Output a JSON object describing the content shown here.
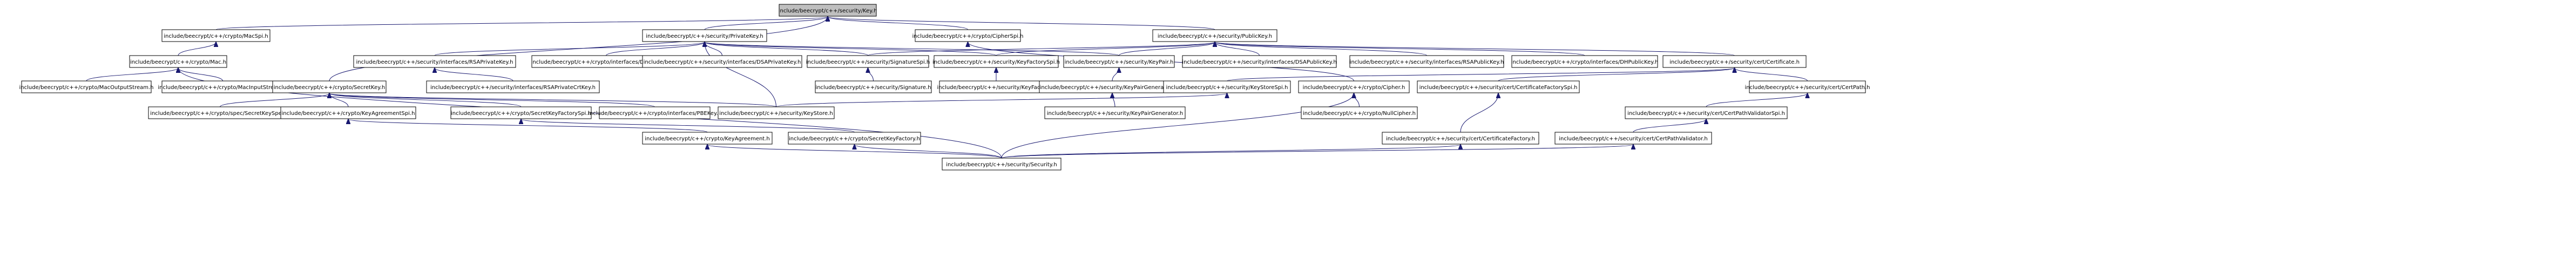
{
  "diagram": {
    "nodes": [
      {
        "id": "securitykey",
        "label": "include/beecrypt/c++/security/Key.h",
        "root": true
      },
      {
        "id": "macspi",
        "label": "include/beecrypt/c++/crypto/MacSpi.h"
      },
      {
        "id": "privatekey",
        "label": "include/beecrypt/c++/security/PrivateKey.h"
      },
      {
        "id": "cipherspi",
        "label": "include/beecrypt/c++/crypto/CipherSpi.h"
      },
      {
        "id": "publickey",
        "label": "include/beecrypt/c++/security/PublicKey.h"
      },
      {
        "id": "mac",
        "label": "include/beecrypt/c++/crypto/Mac.h"
      },
      {
        "id": "rsaprivatekey",
        "label": "include/beecrypt/c++/security/interfaces/RSAPrivateKey.h"
      },
      {
        "id": "dhprivatekey",
        "label": "include/beecrypt/c++/crypto/interfaces/DHPrivateKey.h"
      },
      {
        "id": "dsaprivatekey",
        "label": "include/beecrypt/c++/security/interfaces/DSAPrivateKey.h"
      },
      {
        "id": "signaturespi",
        "label": "include/beecrypt/c++/security/SignatureSpi.h"
      },
      {
        "id": "keyfactoryspi",
        "label": "include/beecrypt/c++/security/KeyFactorySpi.h"
      },
      {
        "id": "keypair",
        "label": "include/beecrypt/c++/security/KeyPair.h"
      },
      {
        "id": "dsapublickey",
        "label": "include/beecrypt/c++/security/interfaces/DSAPublicKey.h"
      },
      {
        "id": "rsapublickey",
        "label": "include/beecrypt/c++/security/interfaces/RSAPublicKey.h"
      },
      {
        "id": "dhpublickey",
        "label": "include/beecrypt/c++/crypto/interfaces/DHPublicKey.h"
      },
      {
        "id": "certificate",
        "label": "include/beecrypt/c++/security/cert/Certificate.h"
      },
      {
        "id": "macoutputstream",
        "label": "include/beecrypt/c++/crypto/MacOutputStream.h"
      },
      {
        "id": "macinputstream",
        "label": "include/beecrypt/c++/crypto/MacInputStream.h"
      },
      {
        "id": "secretkey",
        "label": "include/beecrypt/c++/crypto/SecretKey.h"
      },
      {
        "id": "rsaprivatecrtkey",
        "label": "include/beecrypt/c++/security/interfaces/RSAPrivateCrtKey.h"
      },
      {
        "id": "signature",
        "label": "include/beecrypt/c++/security/Signature.h"
      },
      {
        "id": "keyfactory",
        "label": "include/beecrypt/c++/security/KeyFactory.h"
      },
      {
        "id": "keypairgeneratorspi",
        "label": "include/beecrypt/c++/security/KeyPairGeneratorSpi.h"
      },
      {
        "id": "keystorespi",
        "label": "include/beecrypt/c++/security/KeyStoreSpi.h"
      },
      {
        "id": "cipher",
        "label": "include/beecrypt/c++/crypto/Cipher.h"
      },
      {
        "id": "certificatefactoryspi",
        "label": "include/beecrypt/c++/security/cert/CertificateFactorySpi.h"
      },
      {
        "id": "certpath",
        "label": "include/beecrypt/c++/security/cert/CertPath.h"
      },
      {
        "id": "secretkeyspec",
        "label": "include/beecrypt/c++/crypto/spec/SecretKeySpec.h"
      },
      {
        "id": "keyagreementspi",
        "label": "include/beecrypt/c++/crypto/KeyAgreementSpi.h"
      },
      {
        "id": "secretkeyfactoryspi",
        "label": "include/beecrypt/c++/crypto/SecretKeyFactorySpi.h"
      },
      {
        "id": "pbekey",
        "label": "include/beecrypt/c++/crypto/interfaces/PBEKey.h"
      },
      {
        "id": "keystore",
        "label": "include/beecrypt/c++/security/KeyStore.h"
      },
      {
        "id": "keypairgenerator",
        "label": "include/beecrypt/c++/security/KeyPairGenerator.h"
      },
      {
        "id": "nullcipher",
        "label": "include/beecrypt/c++/crypto/NullCipher.h"
      },
      {
        "id": "certpathvalidatorspi",
        "label": "include/beecrypt/c++/security/cert/CertPathValidatorSpi.h"
      },
      {
        "id": "keyagreement",
        "label": "include/beecrypt/c++/crypto/KeyAgreement.h"
      },
      {
        "id": "secretkeyfactory",
        "label": "include/beecrypt/c++/crypto/SecretKeyFactory.h"
      },
      {
        "id": "certificatefactory",
        "label": "include/beecrypt/c++/security/cert/CertificateFactory.h"
      },
      {
        "id": "certpathvalidator",
        "label": "include/beecrypt/c++/security/cert/CertPathValidator.h"
      },
      {
        "id": "security",
        "label": "include/beecrypt/c++/security/Security.h"
      }
    ],
    "edges": [
      [
        "macspi",
        "securitykey"
      ],
      [
        "privatekey",
        "securitykey"
      ],
      [
        "cipherspi",
        "securitykey"
      ],
      [
        "publickey",
        "securitykey"
      ],
      [
        "secretkey",
        "securitykey"
      ],
      [
        "mac",
        "macspi"
      ],
      [
        "macoutputstream",
        "mac"
      ],
      [
        "macinputstream",
        "mac"
      ],
      [
        "security",
        "mac"
      ],
      [
        "rsaprivatekey",
        "privatekey"
      ],
      [
        "dhprivatekey",
        "privatekey"
      ],
      [
        "dsaprivatekey",
        "privatekey"
      ],
      [
        "signaturespi",
        "privatekey"
      ],
      [
        "keyfactoryspi",
        "privatekey"
      ],
      [
        "keypair",
        "privatekey"
      ],
      [
        "keystore",
        "privatekey"
      ],
      [
        "rsaprivatecrtkey",
        "rsaprivatekey"
      ],
      [
        "signature",
        "signaturespi"
      ],
      [
        "keyfactory",
        "keyfactoryspi"
      ],
      [
        "keypairgeneratorspi",
        "keypair"
      ],
      [
        "keypairgenerator",
        "keypairgeneratorspi"
      ],
      [
        "cipher",
        "cipherspi"
      ],
      [
        "nullcipher",
        "cipher"
      ],
      [
        "security",
        "cipher"
      ],
      [
        "dsapublickey",
        "publickey"
      ],
      [
        "rsapublickey",
        "publickey"
      ],
      [
        "dhpublickey",
        "publickey"
      ],
      [
        "certificate",
        "publickey"
      ],
      [
        "signaturespi",
        "publickey"
      ],
      [
        "keyfactoryspi",
        "publickey"
      ],
      [
        "keypair",
        "publickey"
      ],
      [
        "keystorespi",
        "certificate"
      ],
      [
        "certificatefactoryspi",
        "certificate"
      ],
      [
        "certpath",
        "certificate"
      ],
      [
        "keystore",
        "keystorespi"
      ],
      [
        "certificatefactory",
        "certificatefactoryspi"
      ],
      [
        "certpathvalidatorspi",
        "certpath"
      ],
      [
        "certpathvalidator",
        "certpathvalidatorspi"
      ],
      [
        "security",
        "certificatefactory"
      ],
      [
        "security",
        "certpathvalidator"
      ],
      [
        "secretkeyspec",
        "secretkey"
      ],
      [
        "keyagreementspi",
        "secretkey"
      ],
      [
        "secretkeyfactoryspi",
        "secretkey"
      ],
      [
        "pbekey",
        "secretkey"
      ],
      [
        "keystore",
        "secretkey"
      ],
      [
        "keyagreement",
        "keyagreementspi"
      ],
      [
        "secretkeyfactory",
        "secretkeyfactoryspi"
      ],
      [
        "security",
        "keyagreement"
      ],
      [
        "security",
        "secretkeyfactory"
      ]
    ]
  }
}
